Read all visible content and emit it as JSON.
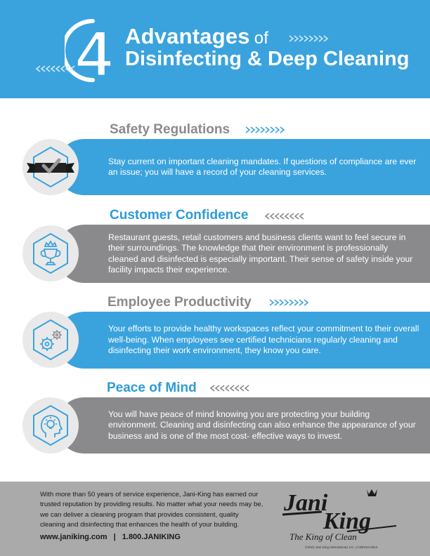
{
  "header": {
    "number": "4",
    "title_word": "Advantages",
    "title_of": "of",
    "title_line2": "Disinfecting & Deep Cleaning"
  },
  "sections": [
    {
      "heading": "Safety Regulations",
      "text": "Stay current on important cleaning mandates. If questions of compliance are ever an issue; you will have a record of your cleaning services.",
      "icon": "ribbon-check-icon"
    },
    {
      "heading": "Customer Confidence",
      "text": "Restaurant guests, retail customers and business clients want to feel secure in their surroundings. The knowledge that their environment is professionally cleaned and disinfected is especially important. Their sense of safety inside your facility impacts their experience.",
      "icon": "trophy-icon"
    },
    {
      "heading": "Employee Productivity",
      "text": "Your efforts to provide healthy workspaces reflect your commitment to their overall well-being. When employees see certified technicians regularly cleaning and disinfecting their work environment, they know you care.",
      "icon": "gears-icon"
    },
    {
      "heading": "Peace of Mind",
      "text": "You will have peace of mind knowing you are protecting your building environment. Cleaning and disinfecting can also enhance the appearance of your business and is one of the most cost- effective ways to invest.",
      "icon": "head-lightbulb-icon"
    }
  ],
  "footer": {
    "text": "With more than 50 years of service experience, Jani-King has earned our trusted reputation by providing results. No matter what your needs may be, we can deliver a cleaning program that provides consistent, quality cleaning and disinfecting that enhances the health of your building.",
    "website": "www.janiking.com",
    "separator": "|",
    "phone": "1.800.JANIKING",
    "logo_line1": "Jani",
    "logo_line2": "King",
    "tagline": "The King of Clean",
    "copyright": "©2022 Jani-King International, Inc. | CDE222-0014"
  },
  "colors": {
    "blue": "#3aa3dd",
    "gray": "#8a8a8d",
    "footer": "#aaaaab"
  }
}
